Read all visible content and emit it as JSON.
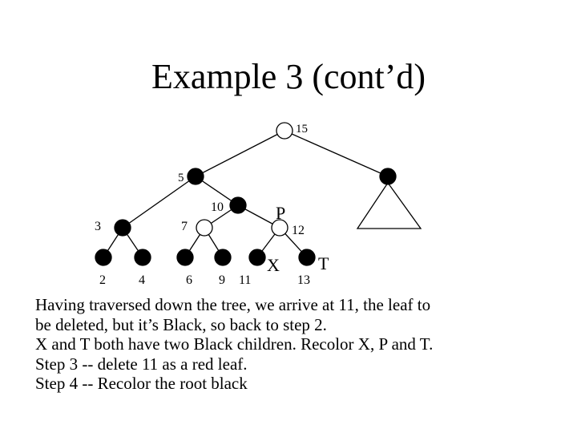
{
  "slide": {
    "title": "Example 3 (cont’d)",
    "body_lines": [
      "Having traversed down the tree, we arrive at 11, the leaf to",
      "be deleted, but it’s Black, so back to step 2.",
      "X and T both have two Black children.  Recolor X, P and T.",
      "Step 3 -- delete 11 as a red leaf.",
      "Step 4 -- Recolor the root black"
    ]
  },
  "tree": {
    "node_colors": {
      "red_hollow": "#ffffff",
      "black": "#000000"
    },
    "nodes": [
      {
        "id": "n15",
        "color": "red_hollow",
        "labels": [
          {
            "id": "lbl-15",
            "text": "15"
          }
        ]
      },
      {
        "id": "n5",
        "color": "black",
        "labels": [
          {
            "id": "lbl-5",
            "text": "5"
          }
        ]
      },
      {
        "id": "nright",
        "color": "black",
        "labels": []
      },
      {
        "id": "n3",
        "color": "black",
        "labels": [
          {
            "id": "lbl-3",
            "text": "3"
          }
        ]
      },
      {
        "id": "n10",
        "color": "black",
        "labels": [
          {
            "id": "lbl-10",
            "text": "10"
          }
        ]
      },
      {
        "id": "n7",
        "color": "red_hollow",
        "labels": [
          {
            "id": "lbl-7",
            "text": "7"
          }
        ]
      },
      {
        "id": "n12",
        "color": "red_hollow",
        "labels": [
          {
            "id": "lbl-12",
            "text": "12"
          },
          {
            "id": "lbl-p",
            "text": "P"
          }
        ]
      },
      {
        "id": "n2",
        "color": "black",
        "labels": [
          {
            "id": "lbl-2",
            "text": "2"
          }
        ]
      },
      {
        "id": "n4",
        "color": "black",
        "labels": [
          {
            "id": "lbl-4",
            "text": "4"
          }
        ]
      },
      {
        "id": "n6",
        "color": "black",
        "labels": [
          {
            "id": "lbl-6",
            "text": "6"
          }
        ]
      },
      {
        "id": "n9",
        "color": "black",
        "labels": [
          {
            "id": "lbl-9",
            "text": "9"
          }
        ]
      },
      {
        "id": "n11",
        "color": "black",
        "labels": [
          {
            "id": "lbl-11",
            "text": "11"
          },
          {
            "id": "lbl-x",
            "text": "X"
          }
        ]
      },
      {
        "id": "n13",
        "color": "black",
        "labels": [
          {
            "id": "lbl-13",
            "text": "13"
          },
          {
            "id": "lbl-t",
            "text": "T"
          }
        ]
      }
    ],
    "edges": [
      [
        "n15",
        "n5"
      ],
      [
        "n15",
        "nright"
      ],
      [
        "n5",
        "n3"
      ],
      [
        "n5",
        "n10"
      ],
      [
        "n3",
        "n2"
      ],
      [
        "n3",
        "n4"
      ],
      [
        "n10",
        "n7"
      ],
      [
        "n10",
        "n12"
      ],
      [
        "n7",
        "n6"
      ],
      [
        "n7",
        "n9"
      ],
      [
        "n12",
        "n11"
      ],
      [
        "n12",
        "n13"
      ]
    ],
    "subtree": {
      "parent": "nright",
      "shape": "triangle"
    }
  }
}
